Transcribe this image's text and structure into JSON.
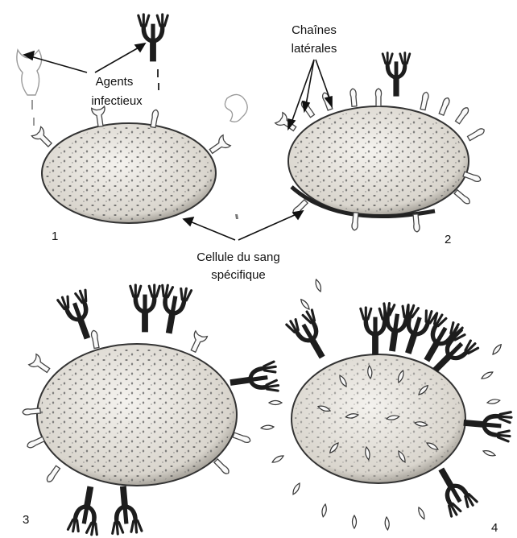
{
  "labels": {
    "agents_line1": "Agents",
    "agents_line2": "infectieux",
    "chaines_line1": "Chaînes",
    "chaines_line2": "latérales",
    "cellule_line1": "Cellule du sang",
    "cellule_line2": "spécifique"
  },
  "panels": [
    {
      "number": "1"
    },
    {
      "number": "2"
    },
    {
      "number": "3"
    },
    {
      "number": "4"
    }
  ],
  "colors": {
    "ink": "#1a1a1a",
    "cell_fill": "#e9e6e0",
    "cell_dots": "#444444",
    "background": "#ffffff"
  },
  "icons": {
    "antibody": "y-shaped-antibody-icon",
    "receptor": "side-chain-receptor-icon",
    "agent": "infectious-agent-icon"
  }
}
